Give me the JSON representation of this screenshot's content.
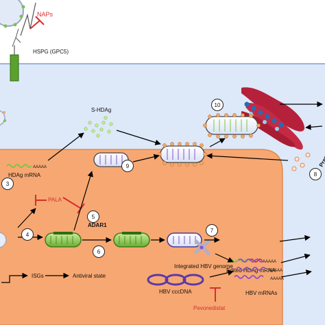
{
  "labels": {
    "naps": "NAPs",
    "hspg": "HSPG (GPC5)",
    "shdag": "S-HDAg",
    "hdag_mrna": "HDAg mRNA",
    "hdag_mrna_tail": "AAAAA",
    "pala": "PALA",
    "adar1": "ADAR1",
    "edited_mrna": "Edited HDAg mRNA",
    "edited_mrna_tail": "AAAAA",
    "isgs": "ISGs",
    "antiviral": "Antiviral state",
    "integrated_hbv": "Integrated HBV genome",
    "hbv_cccdna": "HBV cccDNA",
    "hbv_mrnas": "HBV mRNAs",
    "hbv_mrna_tail": "AAAAA",
    "pevonedistat": "Pevonedistat",
    "prenyl": "Preny"
  },
  "steps": [
    "3",
    "4",
    "5",
    "6",
    "7",
    "8",
    "9",
    "10"
  ],
  "colors": {
    "extracellular": "#ffffff",
    "cytoplasm": "#dde8f8",
    "nucleus": "#f7a772",
    "inhibitor": "#d32f2f",
    "particle": "#f0a86a",
    "rna_green": "#7cc242",
    "rna_purple": "#8a4fc8",
    "hspg": "#5aa12e",
    "er": "#b5213a"
  }
}
